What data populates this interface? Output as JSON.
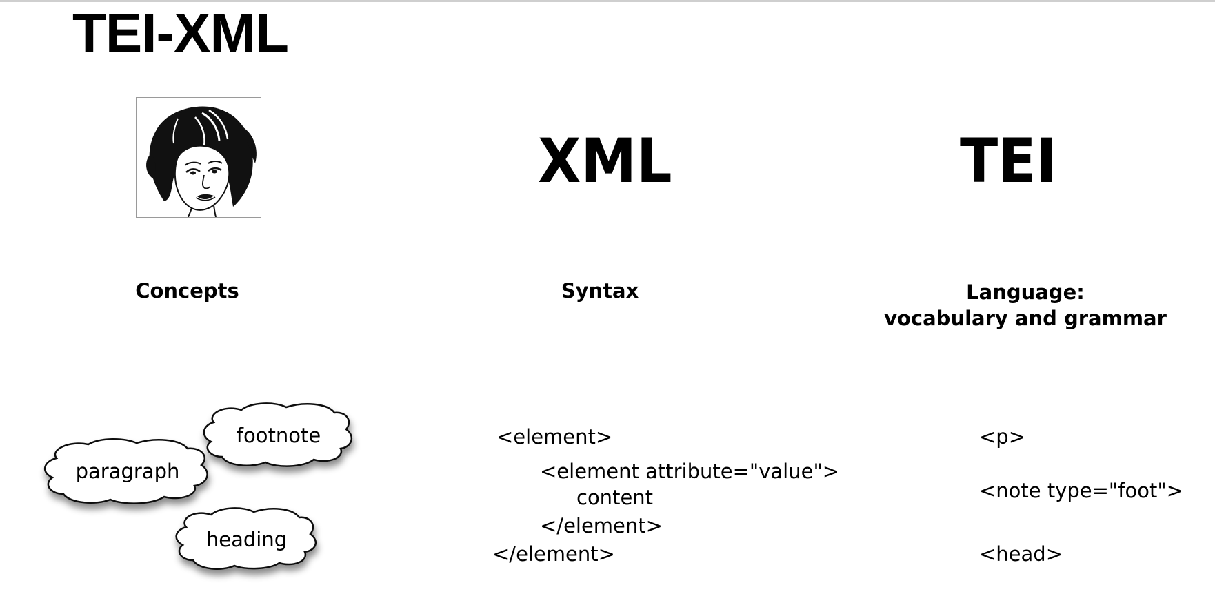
{
  "title": "TEI-XML",
  "columns": [
    {
      "heading": "",
      "label": "Concepts"
    },
    {
      "heading": "XML",
      "label": "Syntax"
    },
    {
      "heading": "TEI",
      "label_line1": "Language:",
      "label_line2": "vocabulary and grammar"
    }
  ],
  "concepts": [
    "footnote",
    "paragraph",
    "heading"
  ],
  "syntax_lines": [
    "<element>",
    "<element attribute=\"value\">",
    "content",
    "</element>",
    "</element>"
  ],
  "tei_lines": [
    "<p>",
    "<note type=\"foot\">",
    "<head>"
  ],
  "icons": {
    "portrait": "woman-portrait-icon",
    "cloud": "cloud-shape"
  }
}
